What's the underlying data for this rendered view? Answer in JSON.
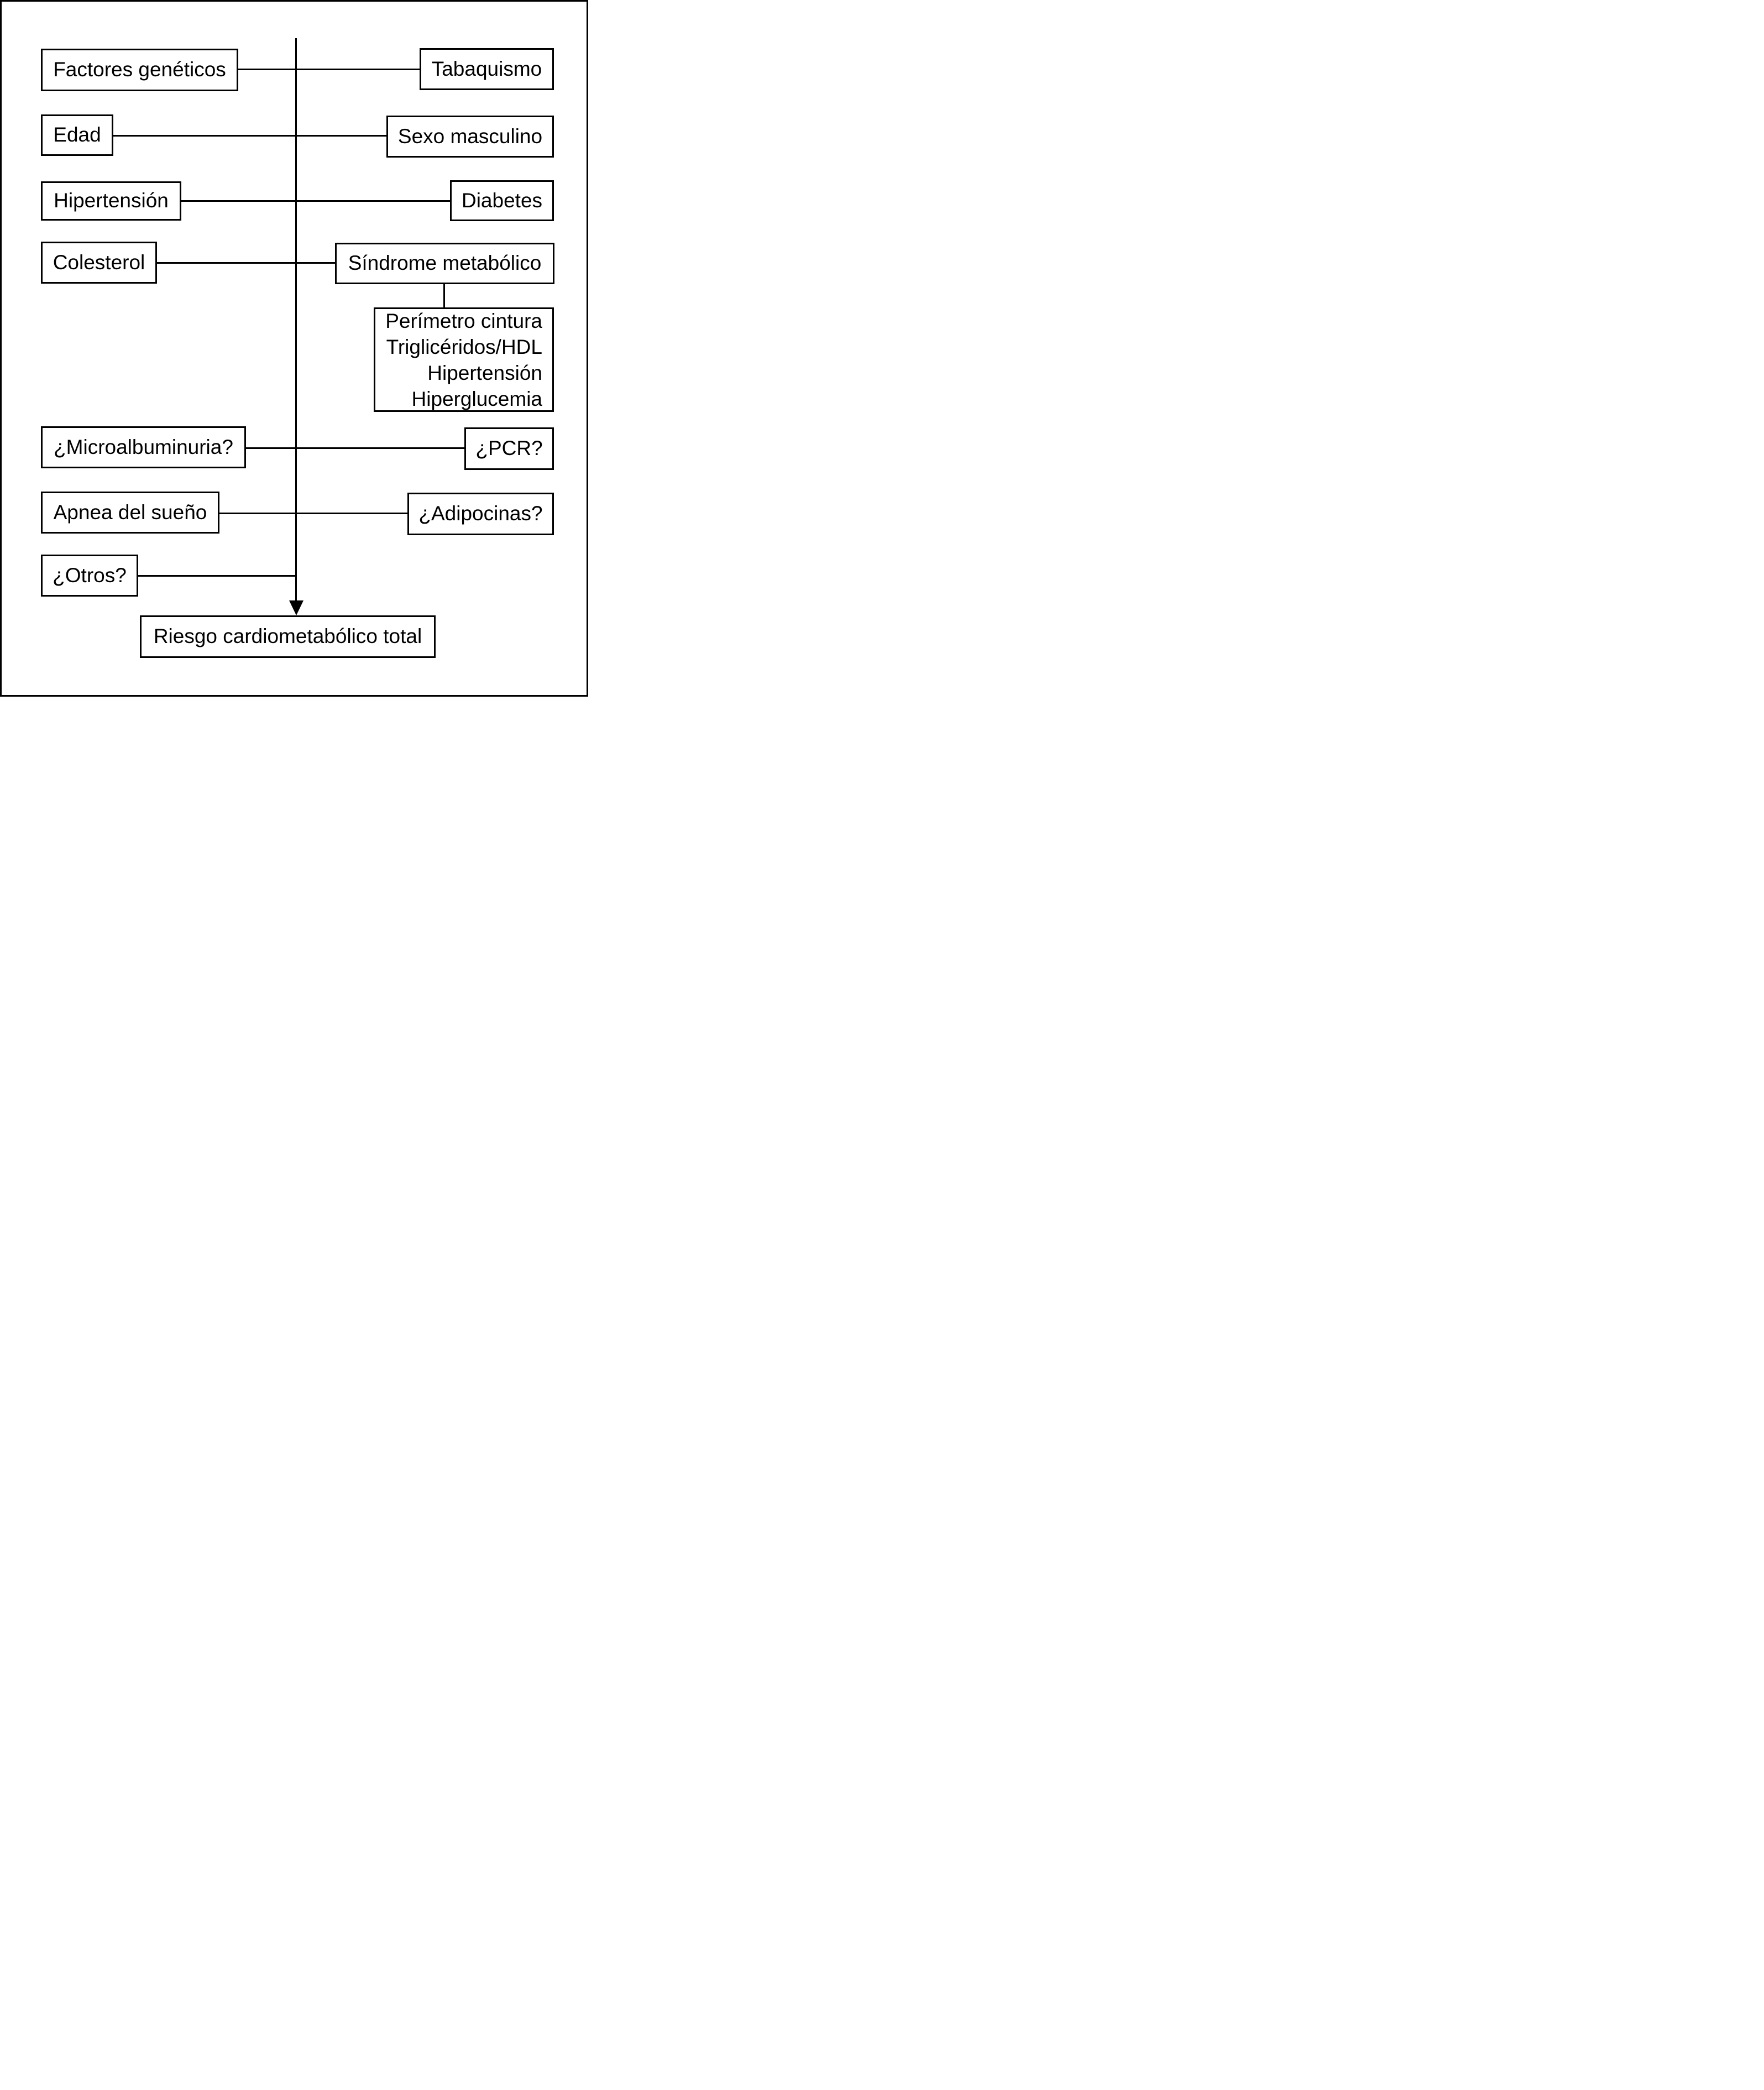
{
  "diagram": {
    "left_boxes": [
      "Factores genéticos",
      "Edad",
      "Hipertensión",
      "Colesterol",
      "¿Microalbuminuria?",
      "Apnea del sueño",
      "¿Otros?"
    ],
    "right_boxes": [
      "Tabaquismo",
      "Sexo masculino",
      "Diabetes",
      "Síndrome metabólico",
      "¿PCR?",
      "¿Adipocinas?"
    ],
    "metabolic_syndrome_components": [
      "Perímetro cintura",
      "Triglicéridos/HDL",
      "Hipertensión",
      "Hiperglucemia"
    ],
    "outcome": "Riesgo cardiometabólico total",
    "colors": {
      "line": "#000000",
      "background": "#ffffff",
      "box_fill": "#ffffff"
    }
  }
}
